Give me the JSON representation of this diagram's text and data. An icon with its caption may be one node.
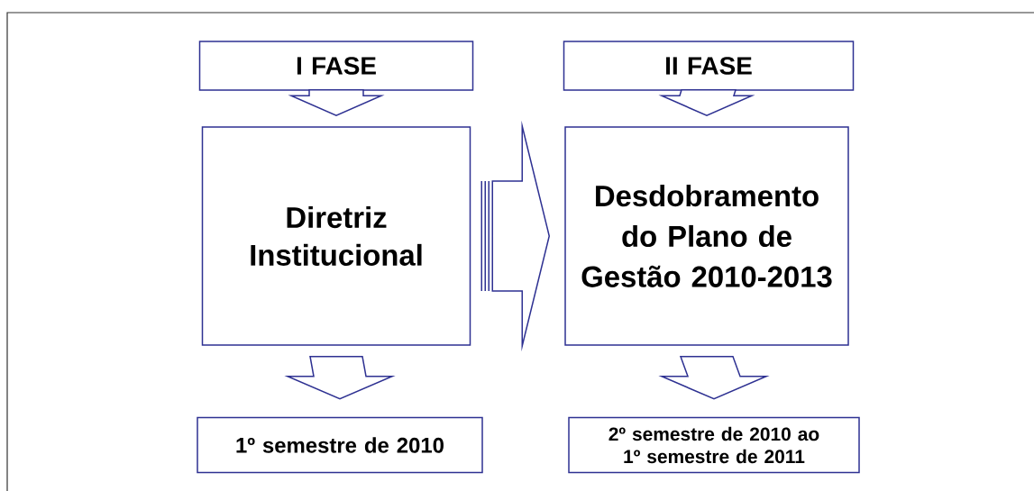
{
  "diagram": {
    "nodes": [
      {
        "text": [
          "I FASE"
        ]
      },
      {
        "text": [
          "Diretriz Institucional"
        ]
      },
      {
        "text": [
          "1º semestre de 2010"
        ]
      },
      {
        "text": [
          "II FASE"
        ]
      },
      {
        "text": [
          "Desdobramento do Plano de Gestão 2010-2013"
        ]
      },
      {
        "text": [
          "2º semestre de 2010 ao 1º semestre de 2011"
        ]
      }
    ],
    "edges": [
      {
        "from": 0,
        "to": 1,
        "arrow": "to"
      },
      {
        "from": 1,
        "to": 2,
        "arrow": "to"
      },
      {
        "from": 1,
        "to": 4,
        "arrow": "to"
      },
      {
        "from": 3,
        "to": 4,
        "arrow": "to"
      },
      {
        "from": 4,
        "to": 5,
        "arrow": "to"
      }
    ]
  }
}
